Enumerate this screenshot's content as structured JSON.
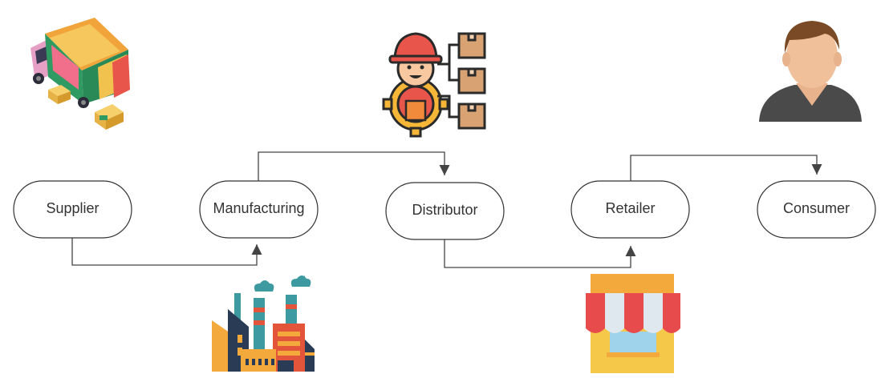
{
  "nodes": [
    {
      "id": "supplier",
      "label": "Supplier"
    },
    {
      "id": "manufacturing",
      "label": "Manufacturing"
    },
    {
      "id": "distributor",
      "label": "Distributor"
    },
    {
      "id": "retailer",
      "label": "Retailer"
    },
    {
      "id": "consumer",
      "label": "Consumer"
    }
  ],
  "icons": {
    "supplier": "delivery-truck-icon",
    "manufacturing": "factory-icon",
    "distributor": "warehouse-worker-icon",
    "retailer": "shop-storefront-icon",
    "consumer": "person-avatar-icon"
  },
  "colors": {
    "node_border": "#333333",
    "connector": "#444444",
    "text": "#333333"
  }
}
